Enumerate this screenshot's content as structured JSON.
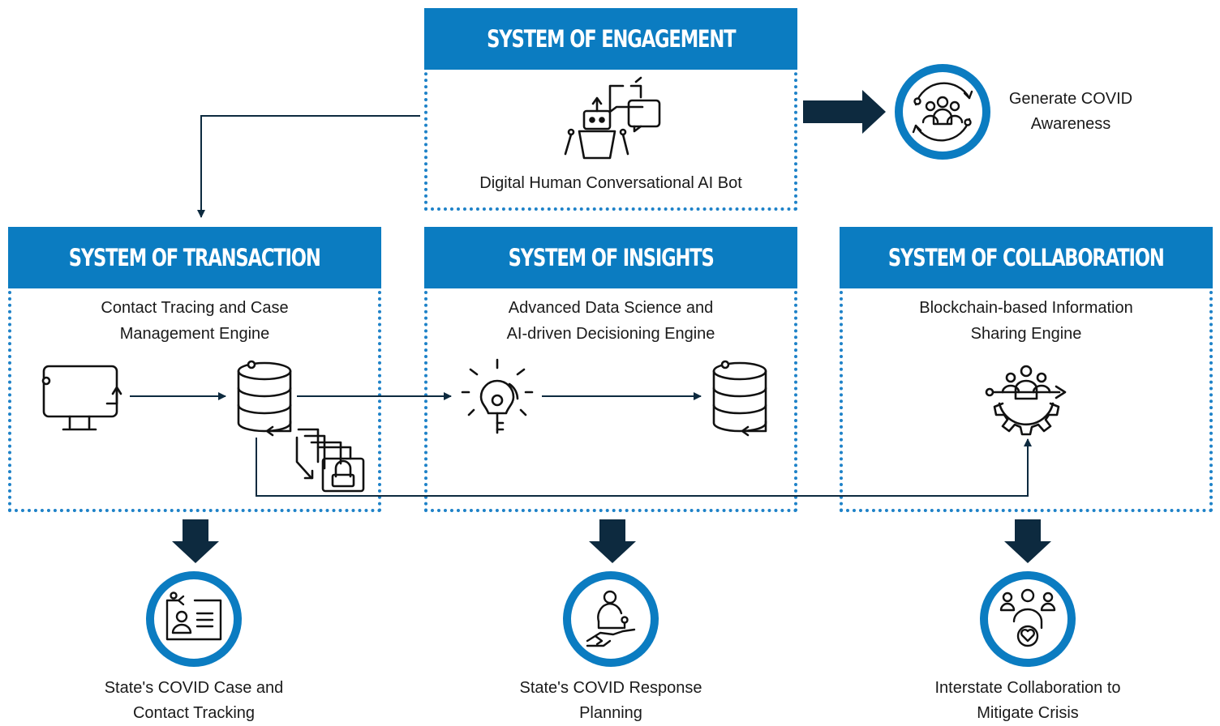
{
  "engagement": {
    "title": "SYSTEM OF ENGAGEMENT",
    "engine": "Digital Human Conversational AI Bot",
    "icon": "robot-chat-icon"
  },
  "transaction": {
    "title": "SYSTEM OF TRANSACTION",
    "engine_line1": "Contact Tracing and Case",
    "engine_line2": "Management Engine",
    "icons": [
      "monitor-icon",
      "database-icon",
      "locked-files-icon"
    ]
  },
  "insights": {
    "title": "SYSTEM OF INSIGHTS",
    "engine_line1": "Advanced Data Science and",
    "engine_line2": "AI-driven Decisioning Engine",
    "icons": [
      "lightbulb-key-icon",
      "database-icon"
    ]
  },
  "collaboration": {
    "title": "SYSTEM OF COLLABORATION",
    "engine_line1": "Blockchain-based Information",
    "engine_line2": "Sharing Engine",
    "icons": [
      "people-gear-icon"
    ]
  },
  "outcomes": {
    "awareness_line1": "Generate COVID",
    "awareness_line2": "Awareness",
    "case_line1": "State's COVID Case and",
    "case_line2": "Contact Tracking",
    "response_line1": "State's COVID Response",
    "response_line2": "Planning",
    "interstate_line1": "Interstate Collaboration to",
    "interstate_line2": "Mitigate Crisis"
  },
  "colors": {
    "accent": "#0b7cc1",
    "arrow": "#0d2a3f",
    "dots": "#1e82c8"
  }
}
